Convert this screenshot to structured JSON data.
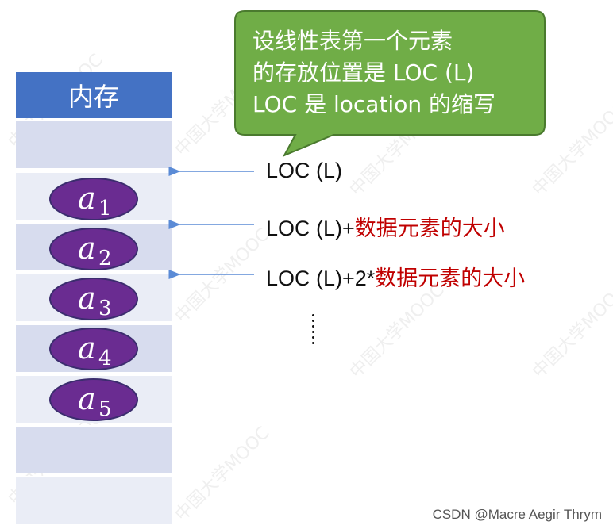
{
  "memory": {
    "header": "内存",
    "elements": [
      {
        "base": "a",
        "sub": "1"
      },
      {
        "base": "a",
        "sub": "2"
      },
      {
        "base": "a",
        "sub": "3"
      },
      {
        "base": "a",
        "sub": "4"
      },
      {
        "base": "a",
        "sub": "5"
      }
    ]
  },
  "callout": {
    "line1": "设线性表第一个元素",
    "line2": "的存放位置是 LOC (L)",
    "line3": "LOC 是 location 的缩写"
  },
  "addresses": [
    {
      "black": "LOC (L)",
      "red": ""
    },
    {
      "black": "LOC (L)+",
      "red": "数据元素的大小"
    },
    {
      "black": "LOC (L)+2*",
      "red": "数据元素的大小"
    }
  ],
  "watermark": "中国大学MOOC",
  "credit": "CSDN @Macre Aegir Thrym",
  "colors": {
    "header_blue": "#4472c4",
    "cell_light": "#d7dcee",
    "cell_lighter": "#eaedf6",
    "element_purple": "#6a2c91",
    "callout_green": "#70ad47",
    "arrow_blue": "#5b8bd6",
    "highlight_red": "#c00000"
  }
}
